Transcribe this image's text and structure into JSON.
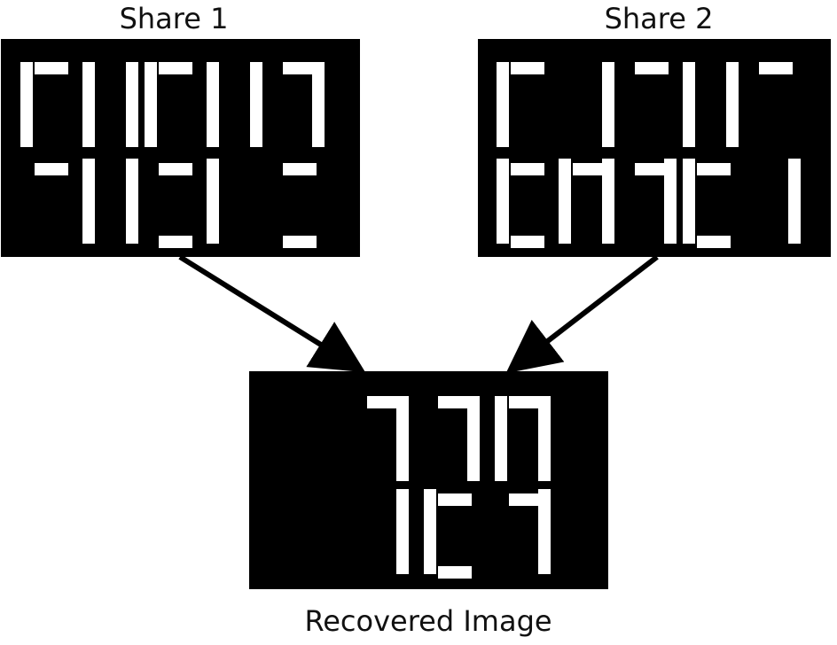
{
  "labels": {
    "share1": "Share 1",
    "share2": "Share 2",
    "recovered": "Recovered Image"
  },
  "colors": {
    "panel": "#000000",
    "segment": "#ffffff",
    "arrow": "#000000",
    "text": "#111111"
  },
  "panels": {
    "share1": {
      "top_row": [
        {
          "segments": [
            "left-upper",
            "top"
          ]
        },
        {
          "segments": [
            "right-upper",
            "left-upper"
          ]
        },
        {
          "segments": [
            "top",
            "left-upper"
          ]
        },
        {
          "segments": [
            "right-upper",
            "left-upper"
          ]
        },
        {
          "segments": [
            "top",
            "right-upper"
          ]
        }
      ],
      "bottom_row": [
        {
          "segments": [
            "middle"
          ]
        },
        {
          "segments": [
            "right-lower",
            "left-lower"
          ]
        },
        {
          "segments": [
            "middle",
            "bottom"
          ]
        },
        {
          "segments": [
            "left-lower"
          ]
        },
        {
          "segments": [
            "middle",
            "bottom"
          ]
        }
      ]
    },
    "share2": {
      "top_row": [
        {
          "segments": [
            "left-upper",
            "top"
          ]
        },
        {
          "segments": [
            "right-upper"
          ]
        },
        {
          "segments": [
            "top"
          ]
        },
        {
          "segments": [
            "right-upper",
            "left-upper"
          ]
        },
        {
          "segments": [
            "top"
          ]
        }
      ],
      "bottom_row": [
        {
          "segments": [
            "left-lower",
            "middle",
            "bottom"
          ]
        },
        {
          "segments": [
            "right-lower",
            "left-lower",
            "middle"
          ]
        },
        {
          "segments": [
            "middle",
            "right-lower"
          ]
        },
        {
          "segments": [
            "left-lower",
            "middle",
            "bottom"
          ]
        },
        {
          "segments": [
            "right-lower"
          ]
        }
      ]
    },
    "recovered": {
      "top_row": [
        {
          "segments": []
        },
        {
          "segments": [
            "top",
            "right-upper"
          ]
        },
        {
          "segments": [
            "top",
            "right-upper"
          ]
        },
        {
          "segments": [
            "left-upper",
            "top",
            "right-upper"
          ]
        }
      ],
      "bottom_row": [
        {
          "segments": []
        },
        {
          "segments": [
            "right-lower"
          ]
        },
        {
          "segments": [
            "left-lower",
            "middle",
            "bottom"
          ]
        },
        {
          "segments": [
            "middle",
            "right-lower"
          ]
        }
      ]
    }
  }
}
